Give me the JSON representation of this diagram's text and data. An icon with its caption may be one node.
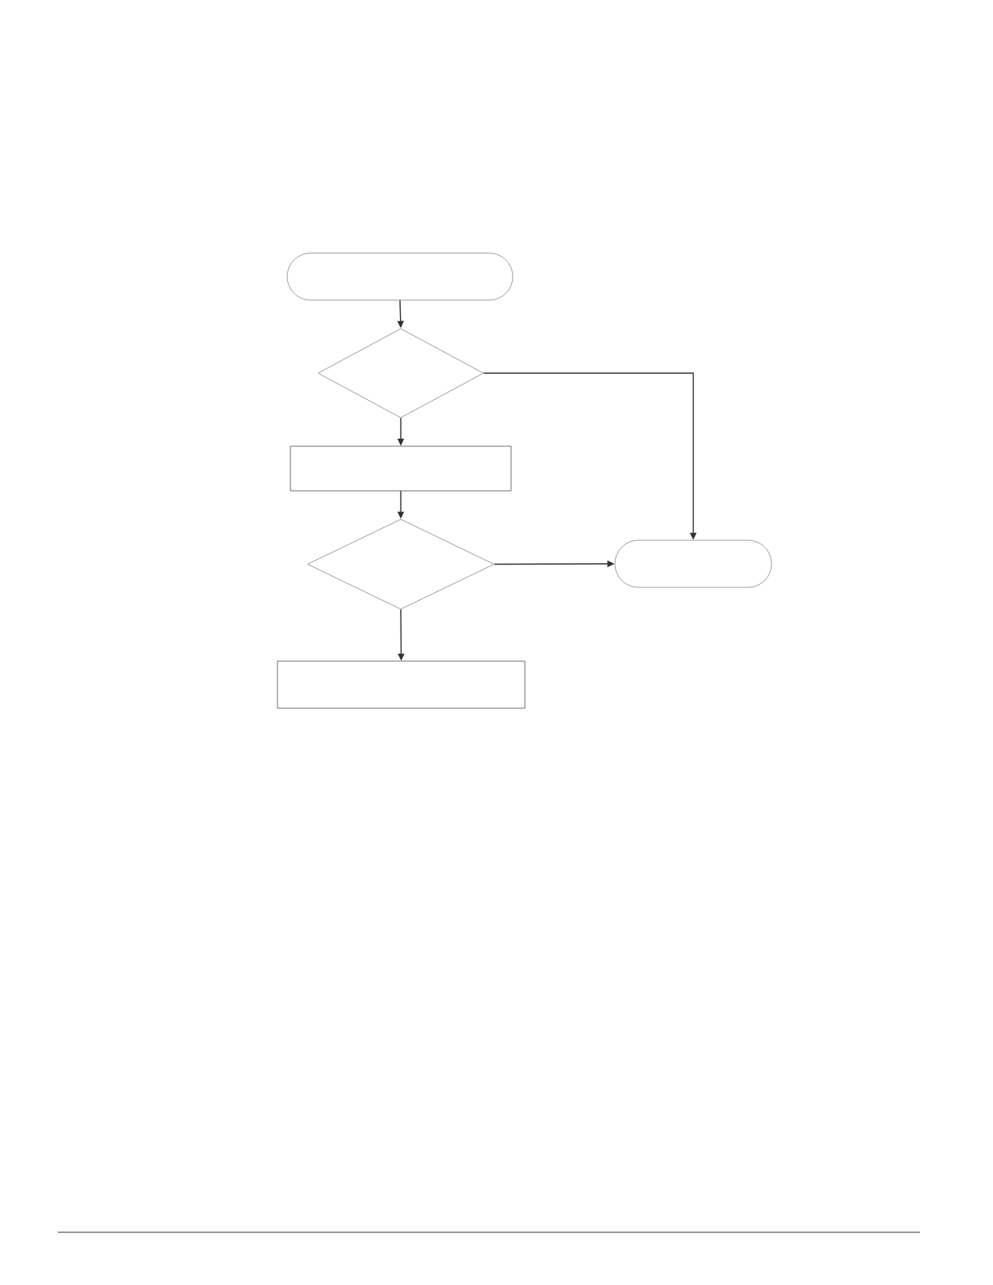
{
  "diagram": {
    "nodes": [
      {
        "text": [],
        "shape": "box"
      },
      {
        "text": [],
        "shape": "diamond"
      },
      {
        "text": [],
        "shape": "box"
      },
      {
        "text": [],
        "shape": "diamond"
      },
      {
        "text": [],
        "shape": "box"
      },
      {
        "text": [],
        "shape": "box"
      }
    ],
    "edges": [
      {
        "from": 0,
        "to": 1,
        "arrow": "to"
      },
      {
        "from": 1,
        "to": 2,
        "arrow": "to"
      },
      {
        "from": 2,
        "to": 3,
        "arrow": "to"
      },
      {
        "from": 3,
        "to": 4,
        "arrow": "to"
      },
      {
        "from": 3,
        "to": 5,
        "arrow": "to"
      },
      {
        "from": 1,
        "to": 4,
        "arrow": "to"
      }
    ]
  }
}
